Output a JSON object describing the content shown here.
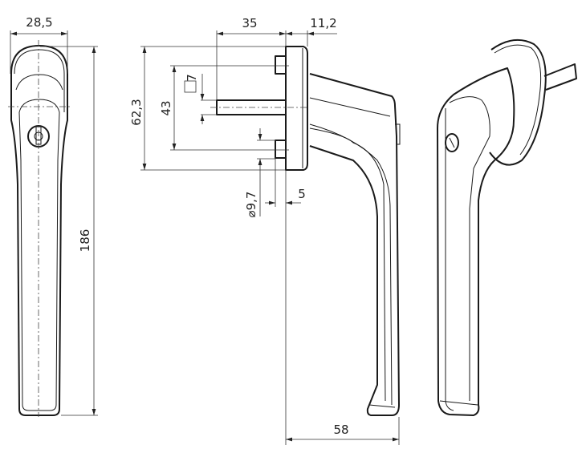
{
  "title": "Window handle dimension drawing",
  "dimensions": {
    "width": "28,5",
    "height": "186",
    "spindle_length": "35",
    "base_depth": "11,2",
    "rosette_height": "62,3",
    "screw_spacing": "43",
    "spindle_square": "7",
    "screw_diameter": "⌀9,7",
    "screw_projection": "5",
    "handle_projection": "58"
  }
}
